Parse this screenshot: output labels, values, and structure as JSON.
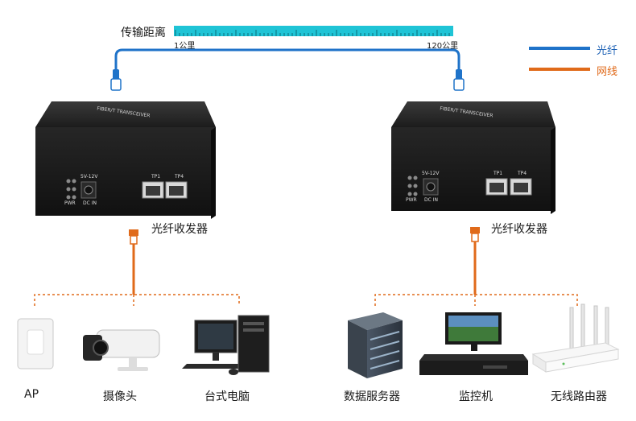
{
  "distance": {
    "title": "传输距离",
    "start_label": "1公里",
    "end_label": "120公里"
  },
  "legend": [
    {
      "label": "光纤",
      "color": "#1f73c9"
    },
    {
      "label": "网线",
      "color": "#e06a1a"
    }
  ],
  "transceiver": {
    "caption": "光纤收发器",
    "brand_text": "FIBER/T TRANSCEIVER",
    "port_labels": [
      "TP1",
      "TP4"
    ],
    "power_label": "5V-12V",
    "dc_label": "DC IN",
    "pwr_label": "PWR"
  },
  "left_devices": [
    {
      "label": "AP",
      "icon": "access-point-icon"
    },
    {
      "label": "摄像头",
      "icon": "camera-icon"
    },
    {
      "label": "台式电脑",
      "icon": "desktop-computer-icon"
    }
  ],
  "right_devices": [
    {
      "label": "数据服务器",
      "icon": "server-icon"
    },
    {
      "label": "监控机",
      "icon": "monitoring-machine-icon"
    },
    {
      "label": "无线路由器",
      "icon": "wireless-router-icon"
    }
  ]
}
